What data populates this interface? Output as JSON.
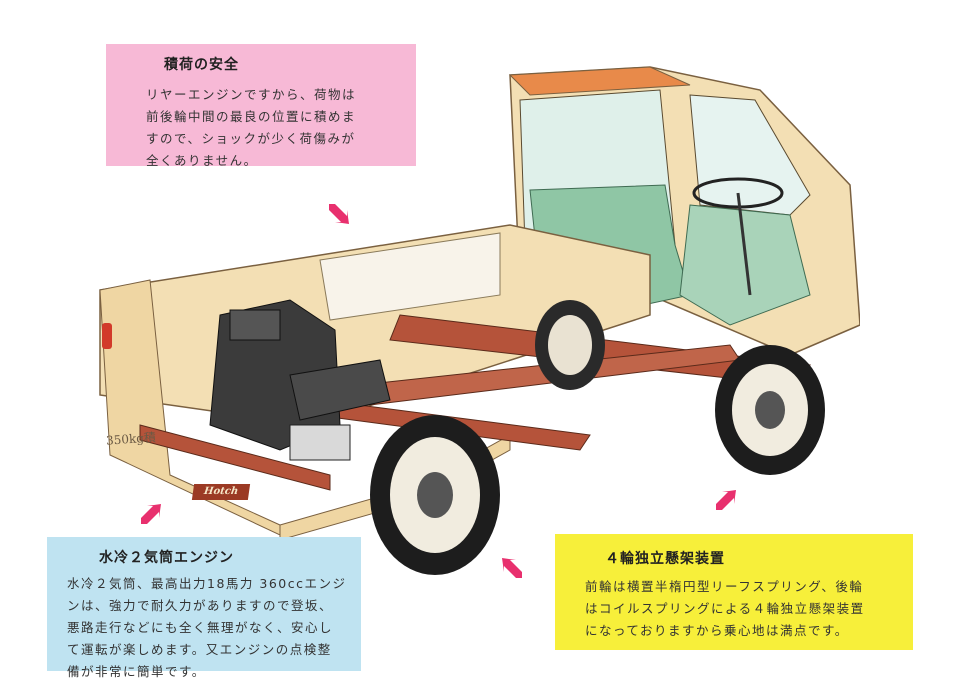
{
  "boxes": {
    "cargo": {
      "title": "積荷の安全",
      "lines": [
        "リヤーエンジンですから、荷物は",
        "前後輪中間の最良の位置に積めま",
        "すので、ショックが少く荷傷みが",
        "全くありません。"
      ]
    },
    "engine": {
      "title": "水冷２気筒エンジン",
      "lines": [
        "水冷２気筒、最高出力18馬力 360ccエンジ",
        "ンは、強力で耐久力がありますので登坂、",
        "悪路走行などにも全く無理がなく、安心し",
        "て運転が楽しめます。又エンジンの点検整",
        "備が非常に簡単です。"
      ]
    },
    "suspension": {
      "title": "４輪独立懸架装置",
      "lines": [
        "前輪は横置半楕円型リーフスプリング、後輪",
        "はコイルスプリングによる４輪独立懸架装置",
        "になっておりますから乗心地は満点です。"
      ]
    }
  },
  "truck": {
    "capacity_marking": "350kg積",
    "badge": "Hotch"
  },
  "colors": {
    "cargo_box": "#f7b9d6",
    "engine_box": "#bfe3f1",
    "suspension_box": "#f7ef3a",
    "arrow": "#e8306e",
    "body_cream": "#f3dfb4",
    "cab_orange": "#e88a4a",
    "frame_rust": "#b5533a",
    "interior_green": "#8fc6a5"
  }
}
